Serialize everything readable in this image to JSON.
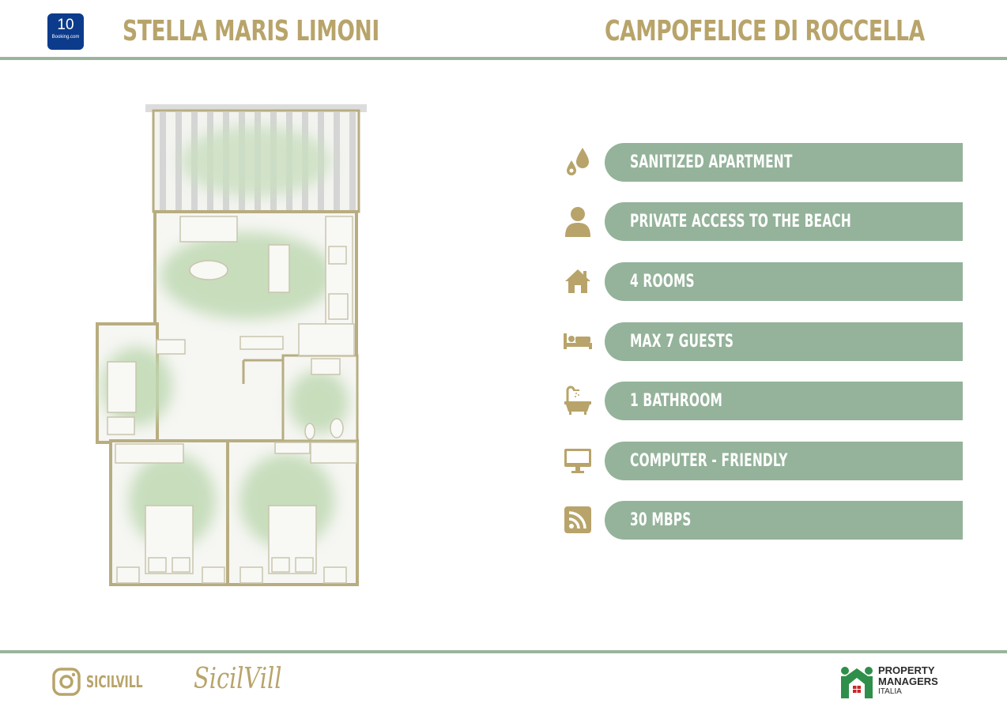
{
  "header": {
    "rating": "10",
    "rating_brand": "Booking.com",
    "property_name": "STELLA MARIS LIMONI",
    "location": "CAMPOFELICE DI ROCCELLA"
  },
  "amenities": [
    {
      "icon": "water-drops-icon",
      "label": "SANITIZED APARTMENT"
    },
    {
      "icon": "person-icon",
      "label": "PRIVATE ACCESS TO THE BEACH"
    },
    {
      "icon": "house-icon",
      "label": "4 ROOMS"
    },
    {
      "icon": "bed-icon",
      "label": "MAX 7 GUESTS"
    },
    {
      "icon": "bathtub-icon",
      "label": "1 BATHROOM"
    },
    {
      "icon": "monitor-icon",
      "label": "COMPUTER - FRIENDLY"
    },
    {
      "icon": "wifi-rss-icon",
      "label": "30 MBPS"
    }
  ],
  "footer": {
    "instagram_handle": "SICILVILL",
    "signature": "SicilVill",
    "pm_line1": "PROPERTY",
    "pm_line2": "MANAGERS",
    "pm_line3": "ITALIA"
  },
  "colors": {
    "gold": "#b8a46a",
    "sage": "#94b39a",
    "line": "#9ab49c",
    "booking_blue": "#0c3b8c"
  }
}
